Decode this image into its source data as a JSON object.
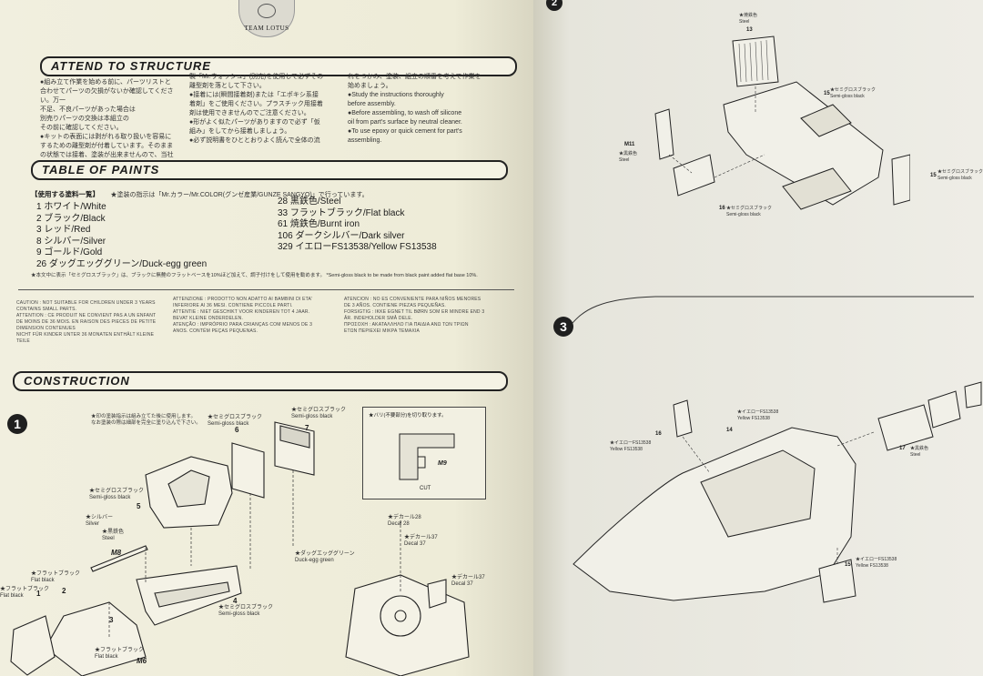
{
  "logo": {
    "text": "TEAM LOTUS"
  },
  "attend": {
    "title": "ATTEND TO STRUCTURE",
    "col1": [
      "●組み立て作業を始める前に、パーツリストと",
      "合わせてパーツの欠損がないか確認してください。万一",
      "不足、不良パーツがあった場合は",
      "別売りパーツの交換は本組立の",
      "その前に確認してください。",
      "●キットの表面には剥がれる取り扱いを容易に",
      "するための離型剤が付着しています。そのまま",
      "の状態では接着、塗装が出来ませんので、当社"
    ],
    "col2": [
      "製「Mr.ウォッシュ」(別売)を使用して必ずその",
      "離型剤を落として下さい。",
      "●接着には(瞬間接着剤)または「エポキシ系接",
      "着剤」をご使用ください。プラスチック用接着",
      "剤は使用できませんのでご注意ください。",
      "●形がよく似たパーツがありますので必ず「仮",
      "組み」をしてから接着しましょう。",
      "●必ず説明書をひととおりよく読んで全体の流"
    ],
    "col3": [
      "れをつかみ、塗装、組立の順番を考えて作業を",
      "始めましょう。",
      "●Study the instructions thoroughly",
      "before assembly.",
      "●Before assembling, to wash off silicone",
      "oil from part's surface by neutral cleaner.",
      "●To use epoxy or quick cement for part's",
      "assembling."
    ]
  },
  "paints": {
    "title": "TABLE OF PAINTS",
    "subtitle": "【使用する塗料一覧】",
    "note": "★塗装の指示は「Mr.カラー/Mr.COLOR(グンゼ産業/GUNZE SANGYO)」で行っています。",
    "left": [
      "1 ホワイト/White",
      "2 ブラック/Black",
      "3 レッド/Red",
      "8 シルバー/Silver",
      "9 ゴールド/Gold",
      "26 ダッグエッググリーン/Duck-egg green"
    ],
    "right": [
      "28 黒鉄色/Steel",
      "33 フラットブラック/Flat black",
      "61 焼鉄色/Burnt iron",
      "106 ダークシルバー/Dark silver",
      "329 イエローFS13538/Yellow FS13538"
    ],
    "footnote": "★本文中に表示「セミグロスブラック」は、ブラックに無艶のフラットベースを10%ほど加えて、調子付けをして使用を勧めます。 *Semi-gloss black to be made from black paint added flat base 10%."
  },
  "warnings": {
    "col1": [
      "CAUTION : NOT SUITABLE FOR CHILDREN UNDER 3 YEARS",
      "CONTAINS SMALL PARTS.",
      "ATTENTION : CE PRODUIT NE CONVIENT PAS A UN ENFANT",
      "DE MOINS DE 36 MOIS. EN RAISON DES PIECES DE PETITE",
      "DIMENSION CONTENUES",
      "NICHT FÜR KINDER UNTER 36 MONATEN ENTHÄLT KLEINE",
      "TEILE"
    ],
    "col2": [
      "ATTENZIONE : PRODOTTO NON ADATTO AI BAMBINI DI ETA'",
      "INFERIORE AI 36 MESI. CONTIENE PICCOLE PARTI.",
      "ATTENTIE : NIET GESCHIKT VOOR KINDEREN TOT 4 JAAR.",
      "BEVAT KLEINE ONDERDELEN.",
      "ATENÇÃO : IMPRÓPRIO PARA CRIANÇAS COM MENOS DE 3",
      "ANOS. CONTÉM PEÇAS PEQUENAS."
    ],
    "col3": [
      "ATENCION : NO ES CONVENIENTE PARA NIÑOS MENORES",
      "DE 3 AÑOS. CONTIENE PIEZAS PEQUEÑAS.",
      "FORSIGTIG : IKKE EGNET TIL BØRN SOM ER MINDRE END 3",
      "ÅR. INDEHOLDER SMÅ DELE.",
      "ΠΡΟΣΟΧΗ : ΑΚΑΤΑΛΛΗΛΟ ΓΙΑ ΠΑΙΔΙΑ ΑΝΩ ΤΩΝ ΤΡΙΩΝ",
      "ΕΤΩΝ ΠΕΡΙΕΧΕΙ ΜΙΚΡΑ ΤΕΜΑΧΙΑ"
    ]
  },
  "construction": {
    "title": "CONSTRUCTION",
    "step1": "1",
    "step2": "2",
    "step3": "3",
    "note1": "★印の塗装指示は組み立てた後に使用します。",
    "note2": "なお塗装の際は細部を完全に塗り込んで下さい。",
    "detail_label": "★バリ(不要部分)を切り取ります。",
    "detail_part": "M9",
    "detail_cut": "CUT",
    "labels_step1": [
      {
        "id": "semi1",
        "jp": "★セミグロスブラック",
        "en": "Semi-gloss black"
      },
      {
        "id": "semi2",
        "jp": "★セミグロスブラック",
        "en": "Semi-gloss black"
      },
      {
        "id": "semi3",
        "jp": "★セミグロスブラック",
        "en": "Semi-gloss black"
      },
      {
        "id": "silver",
        "jp": "★シルバー",
        "en": "Silver"
      },
      {
        "id": "steel",
        "jp": "★黒鉄色",
        "en": "Steel"
      },
      {
        "id": "flat1",
        "jp": "★フラットブラック",
        "en": "Flat black"
      },
      {
        "id": "flat2",
        "jp": "★フラットブラック",
        "en": "Flat black"
      },
      {
        "id": "flat3",
        "jp": "★フラットブラック",
        "en": "Flat black"
      },
      {
        "id": "semi4",
        "jp": "★セミグロスブラック",
        "en": "Semi-gloss black"
      },
      {
        "id": "duck",
        "jp": "★ダッグエッググリーン",
        "en": "Duck-egg green"
      },
      {
        "id": "decal28",
        "jp": "★デカール28",
        "en": "Decal 28"
      },
      {
        "id": "decal37a",
        "jp": "★デカール37",
        "en": "Decal 37"
      },
      {
        "id": "decal37b",
        "jp": "★デカール37",
        "en": "Decal 37"
      }
    ],
    "part_numbers_step1": [
      "6",
      "7",
      "5",
      "M8",
      "1",
      "2",
      "4",
      "3",
      "M6"
    ],
    "step2_labels": [
      {
        "id": "steel2",
        "jp": "★焼鉄色",
        "en": "Steel"
      },
      {
        "id": "semi5",
        "jp": "★セミグロスブラック",
        "en": "Semi-gloss black"
      },
      {
        "id": "semi6",
        "jp": "★セミグロスブラック",
        "en": "Semi-gloss black"
      },
      {
        "id": "semi7",
        "jp": "★セミグロスブラック",
        "en": "Semi-gloss black"
      },
      {
        "id": "steel3",
        "jp": "★黒鉄色",
        "en": "Steel"
      }
    ],
    "part_numbers_step2": [
      "13",
      "15",
      "M11",
      "16",
      "15"
    ],
    "step3_labels": [
      {
        "id": "yellow1",
        "jp": "★イエローFS13538",
        "en": "Yellow FS13538"
      },
      {
        "id": "yellow2",
        "jp": "★イエローFS13538",
        "en": "Yellow FS13538"
      },
      {
        "id": "steel4",
        "jp": "★黒鉄色",
        "en": "Steel"
      },
      {
        "id": "yellow3",
        "jp": "★イエローFS13538",
        "en": "Yellow FS13538"
      }
    ],
    "part_numbers_step3": [
      "16",
      "14",
      "17",
      "15"
    ]
  }
}
